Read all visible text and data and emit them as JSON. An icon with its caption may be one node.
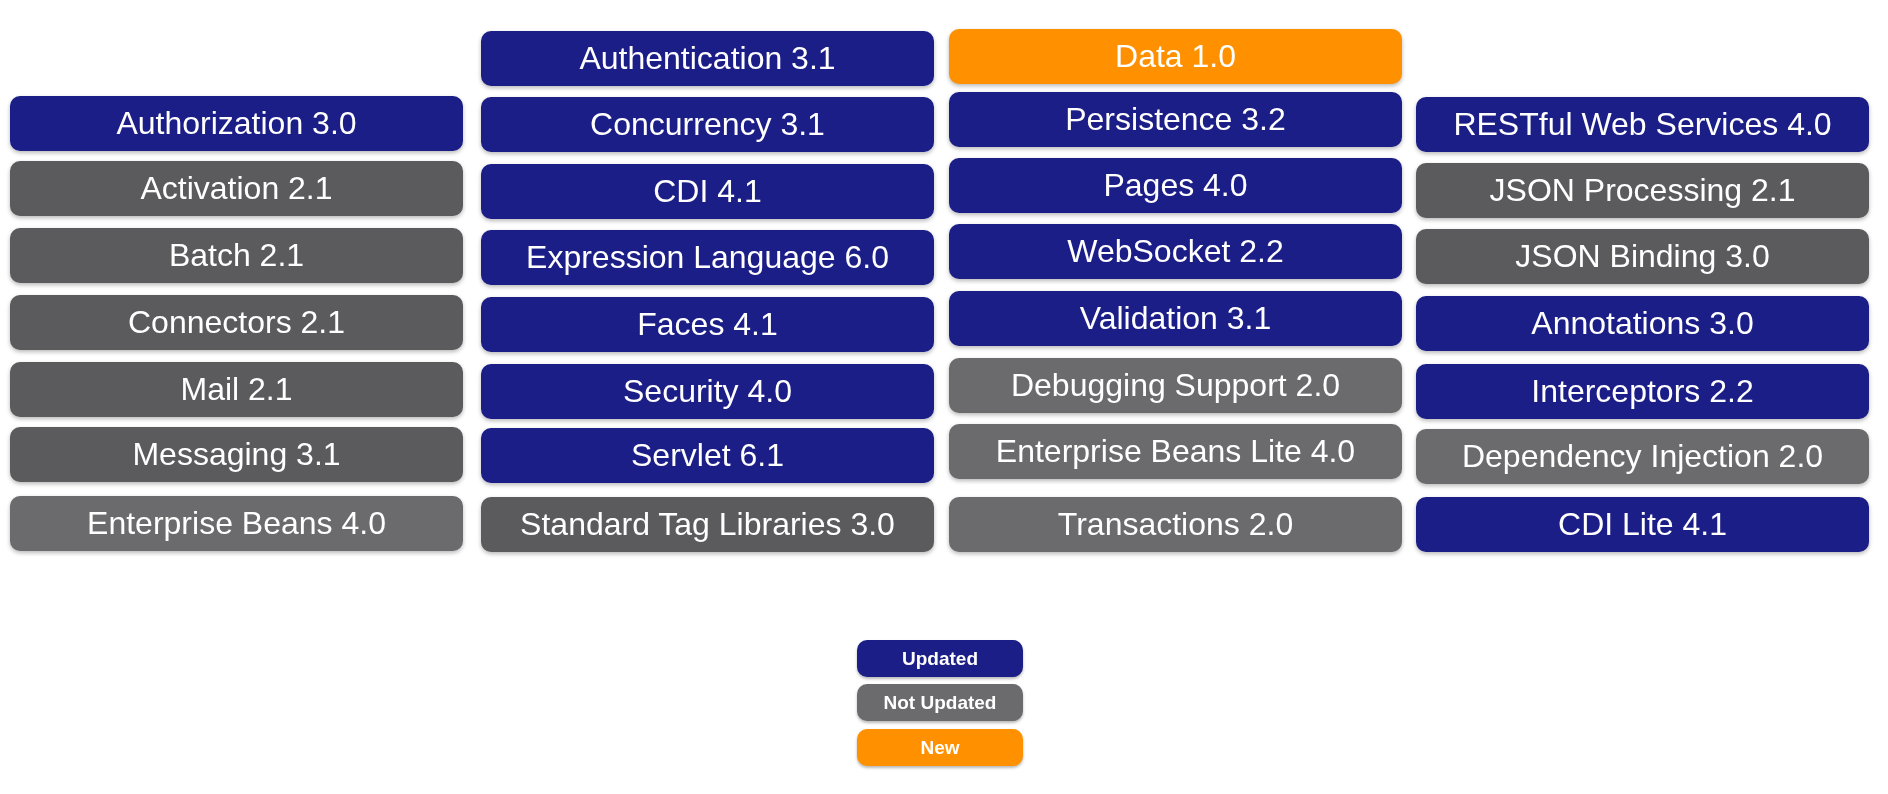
{
  "diagram": {
    "nodes": [
      {
        "text": [
          "Authorization 3.0"
        ]
      },
      {
        "text": [
          "Activation 2.1"
        ]
      },
      {
        "text": [
          "Batch 2.1"
        ]
      },
      {
        "text": [
          "Connectors 2.1"
        ]
      },
      {
        "text": [
          "Mail 2.1"
        ]
      },
      {
        "text": [
          "Messaging 3.1"
        ]
      },
      {
        "text": [
          "Enterprise Beans 4.0"
        ]
      },
      {
        "text": [
          "Authentication 3.1"
        ]
      },
      {
        "text": [
          "Concurrency 3.1"
        ]
      },
      {
        "text": [
          "CDI 4.1"
        ]
      },
      {
        "text": [
          "Expression Language 6.0"
        ]
      },
      {
        "text": [
          "Faces 4.1"
        ]
      },
      {
        "text": [
          "Security 4.0"
        ]
      },
      {
        "text": [
          "Servlet 6.1"
        ]
      },
      {
        "text": [
          "Standard Tag Libraries 3.0"
        ]
      },
      {
        "text": [
          "Data 1.0"
        ]
      },
      {
        "text": [
          "Persistence 3.2"
        ]
      },
      {
        "text": [
          "Pages 4.0"
        ]
      },
      {
        "text": [
          "WebSocket 2.2"
        ]
      },
      {
        "text": [
          "Validation 3.1"
        ]
      },
      {
        "text": [
          "Debugging Support 2.0"
        ]
      },
      {
        "text": [
          "Enterprise Beans Lite 4.0"
        ]
      },
      {
        "text": [
          "Transactions 2.0"
        ]
      },
      {
        "text": [
          "RESTful Web Services 4.0"
        ]
      },
      {
        "text": [
          "JSON Processing 2.1"
        ]
      },
      {
        "text": [
          "JSON Binding 3.0"
        ]
      },
      {
        "text": [
          "Annotations 3.0"
        ]
      },
      {
        "text": [
          "Interceptors 2.2"
        ]
      },
      {
        "text": [
          "Dependency Injection 2.0"
        ]
      },
      {
        "text": [
          "CDI Lite 4.1"
        ]
      }
    ],
    "legend": [
      {
        "text": "Updated",
        "color": "#1c1e87"
      },
      {
        "text": "Not Updated",
        "color": "#6b6b6d"
      },
      {
        "text": "New",
        "color": "#ff9100"
      }
    ]
  }
}
